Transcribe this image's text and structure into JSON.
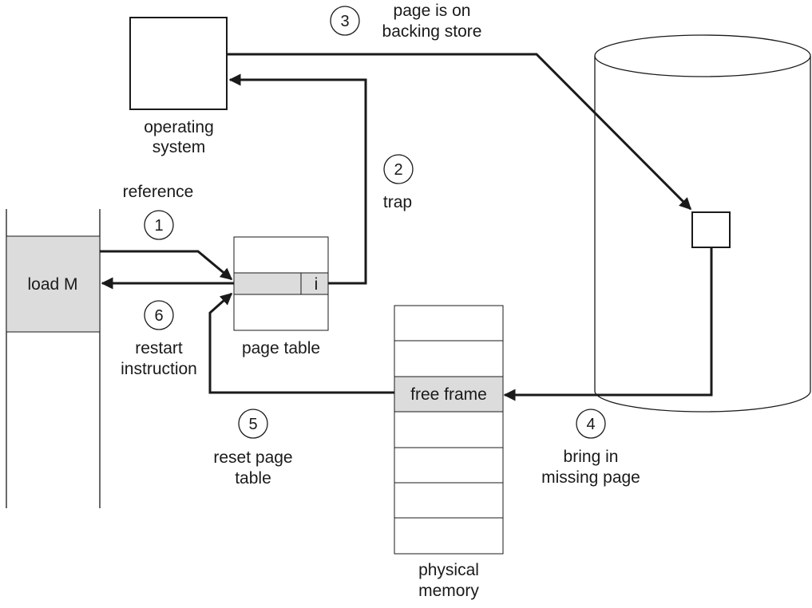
{
  "diagram": {
    "program_instruction": "load M",
    "os_label_line1": "operating",
    "os_label_line2": "system",
    "page_table_label": "page table",
    "invalid_bit": "i",
    "physical_memory_line1": "physical",
    "physical_memory_line2": "memory",
    "free_frame": "free frame",
    "steps": [
      {
        "number": "1",
        "line1": "reference",
        "line2": ""
      },
      {
        "number": "2",
        "line1": "trap",
        "line2": ""
      },
      {
        "number": "3",
        "line1": "page is on",
        "line2": "backing store"
      },
      {
        "number": "4",
        "line1": "bring in",
        "line2": "missing page"
      },
      {
        "number": "5",
        "line1": "reset page",
        "line2": "table"
      },
      {
        "number": "6",
        "line1": "restart",
        "line2": "instruction"
      }
    ]
  }
}
